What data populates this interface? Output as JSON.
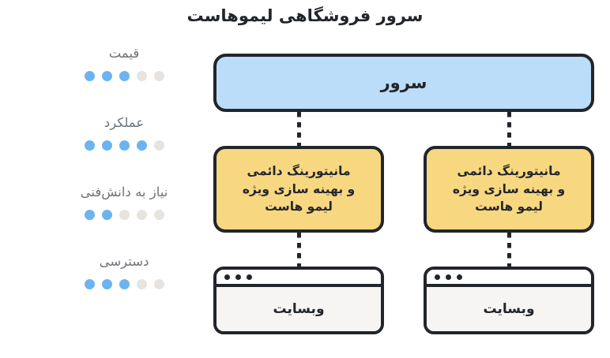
{
  "page": {
    "title": "سرور فروشگاهی لیموهاست",
    "direction": "rtl"
  },
  "colors": {
    "server_fill": "#bbddf9",
    "monitoring_fill": "#f7d881",
    "website_fill": "#f6f5f3",
    "outline": "#22252a",
    "dot_on": "#6cb4ef",
    "dot_off": "#e7e4e0",
    "label_text": "#6f7479"
  },
  "criteria": [
    {
      "label": "قیمت",
      "rating": 3,
      "max": 5
    },
    {
      "label": "عملکرد",
      "rating": 4,
      "max": 5
    },
    {
      "label": "نیاز به دانش‌فنی",
      "rating": 2,
      "max": 5
    },
    {
      "label": "دسترسی",
      "rating": 3,
      "max": 5
    }
  ],
  "diagram": {
    "server": {
      "label": "سرور"
    },
    "monitoring": {
      "line1": "مانیتورینگ دائمی",
      "line2": "و بهینه سازی ویژه",
      "line3": "لیمو هاست"
    },
    "website": {
      "label": "وبسایت"
    },
    "branches": 2
  }
}
